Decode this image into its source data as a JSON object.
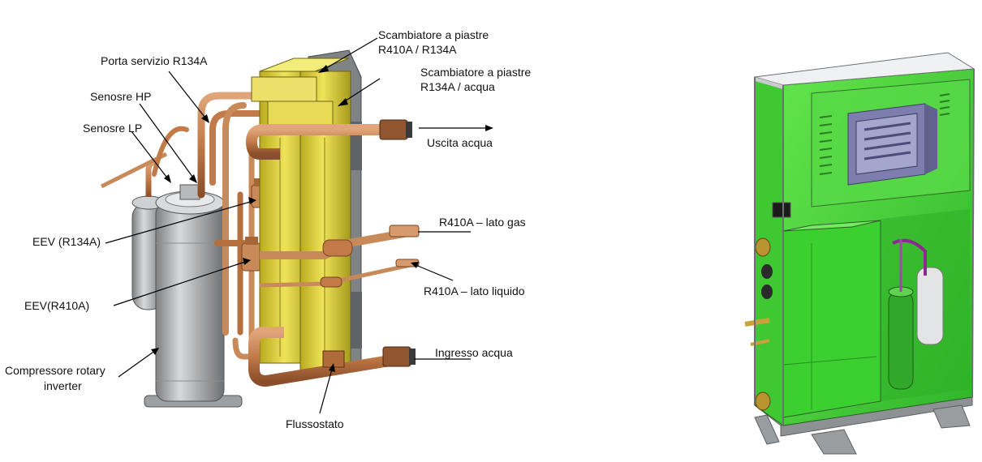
{
  "labels": {
    "scambiatore_410_134_l1": "Scambiatore a piastre",
    "scambiatore_410_134_l2": "R410A / R134A",
    "porta_servizio": "Porta servizio R134A",
    "scambiatore_134_acqua_l1": "Scambiatore a piastre",
    "scambiatore_134_acqua_l2": "R134A / acqua",
    "sensore_hp": "Senosre HP",
    "sensore_lp": "Senosre LP",
    "uscita_acqua": "Uscita acqua",
    "lato_gas": "R410A – lato gas",
    "eev_r134a": "EEV (R134A)",
    "lato_liquido": "R410A – lato liquido",
    "eev_r410a": "EEV(R410A)",
    "ingresso_acqua": "Ingresso acqua",
    "compressore_l1": "Compressore rotary",
    "compressore_l2": "inverter",
    "flussostato": "Flussostato"
  },
  "colors": {
    "copper": "#c98a5a",
    "copper_dark": "#8f5630",
    "brass_yellow": "#e8d84a",
    "compressor_grey": "#a9acae",
    "cabinet_green": "#4fd93e",
    "cabinet_frame": "#8e9194"
  }
}
